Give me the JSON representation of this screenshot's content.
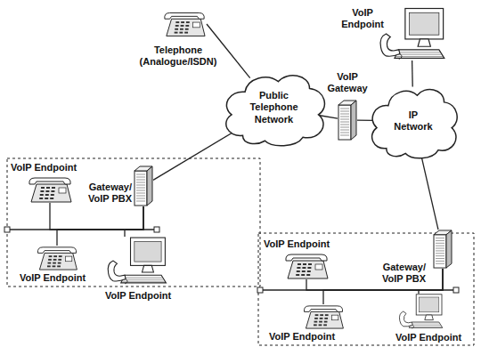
{
  "diagram": {
    "nodes": [
      {
        "text": [
          "Telephone (Analogue/ISDN)"
        ]
      },
      {
        "text": [
          "VoIP Endpoint"
        ]
      },
      {
        "text": [
          "Public Telephone Network"
        ]
      },
      {
        "text": [
          "VoIP Gateway"
        ]
      },
      {
        "text": [
          "IP Network"
        ]
      },
      {
        "text": [
          "VoIP Endpoint"
        ]
      },
      {
        "text": [
          "Gateway/ VoIP PBX"
        ]
      },
      {
        "text": [
          "VoIP Endpoint"
        ]
      },
      {
        "text": [
          "VoIP Endpoint"
        ]
      },
      {
        "text": [
          "VoIP Endpoint"
        ]
      },
      {
        "text": [
          "Gateway/ VoIP PBX"
        ]
      },
      {
        "text": [
          "VoIP Endpoint"
        ]
      },
      {
        "text": [
          "VoIP Endpoint"
        ]
      }
    ],
    "edges": [
      {
        "from": 0,
        "to": 2,
        "arrow": "none"
      },
      {
        "from": 2,
        "to": 3,
        "arrow": "none"
      },
      {
        "from": 3,
        "to": 4,
        "arrow": "none"
      },
      {
        "from": 4,
        "to": 1,
        "arrow": "none"
      },
      {
        "from": 6,
        "to": 2,
        "arrow": "none"
      },
      {
        "from": 4,
        "to": 10,
        "arrow": "none"
      },
      {
        "from": 6,
        "to": 5,
        "arrow": "none"
      },
      {
        "from": 6,
        "to": 7,
        "arrow": "none"
      },
      {
        "from": 6,
        "to": 8,
        "arrow": "none"
      },
      {
        "from": 10,
        "to": 9,
        "arrow": "none"
      },
      {
        "from": 10,
        "to": 11,
        "arrow": "none"
      },
      {
        "from": 10,
        "to": 12,
        "arrow": "none"
      }
    ]
  }
}
